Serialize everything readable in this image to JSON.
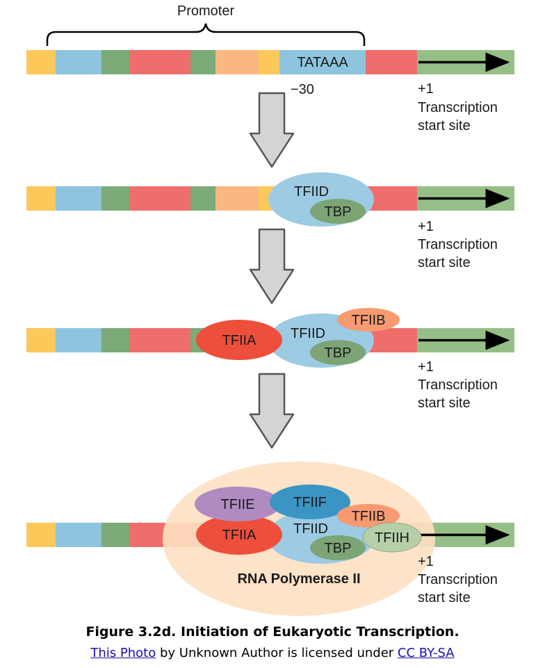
{
  "labels": {
    "promoter": "Promoter",
    "tataaa": "TATAAA",
    "minus30": "−30",
    "plus1": "+1",
    "transcription": "Transcription",
    "start_site": "start site",
    "tfiid": "TFIID",
    "tbp": "TBP",
    "tfiib": "TFIIB",
    "tfiia": "TFIIA",
    "tfiie": "TFIIE",
    "tfiif": "TFIIF",
    "tfiih": "TFIIH",
    "rna_pol": "RNA Polymerase II"
  },
  "caption": {
    "title": "Figure 3.2d. Initiation of Eukaryotic Transcription.",
    "link1": "This Photo",
    "middle": " by Unknown Author is licensed under ",
    "link2": "CC BY-SA"
  },
  "colors": {
    "yellow": "#fcc85a",
    "blue": "#8ec4de",
    "green": "#7aab78",
    "red": "#ef6d6b",
    "orange": "#fbb780",
    "light_green": "#95bf87",
    "tfiid_fill": "#9ccbe3",
    "tbp_fill": "#7da475",
    "tfiib_fill": "#f79a72",
    "tfiia_fill": "#ee4f3c",
    "tfiie_fill": "#b08bc2",
    "tfiif_fill": "#3a95c4",
    "tfiih_fill": "#b6cfa9",
    "pol_fill": "#fde0c2",
    "arrow_fill": "#d4d4d4"
  }
}
